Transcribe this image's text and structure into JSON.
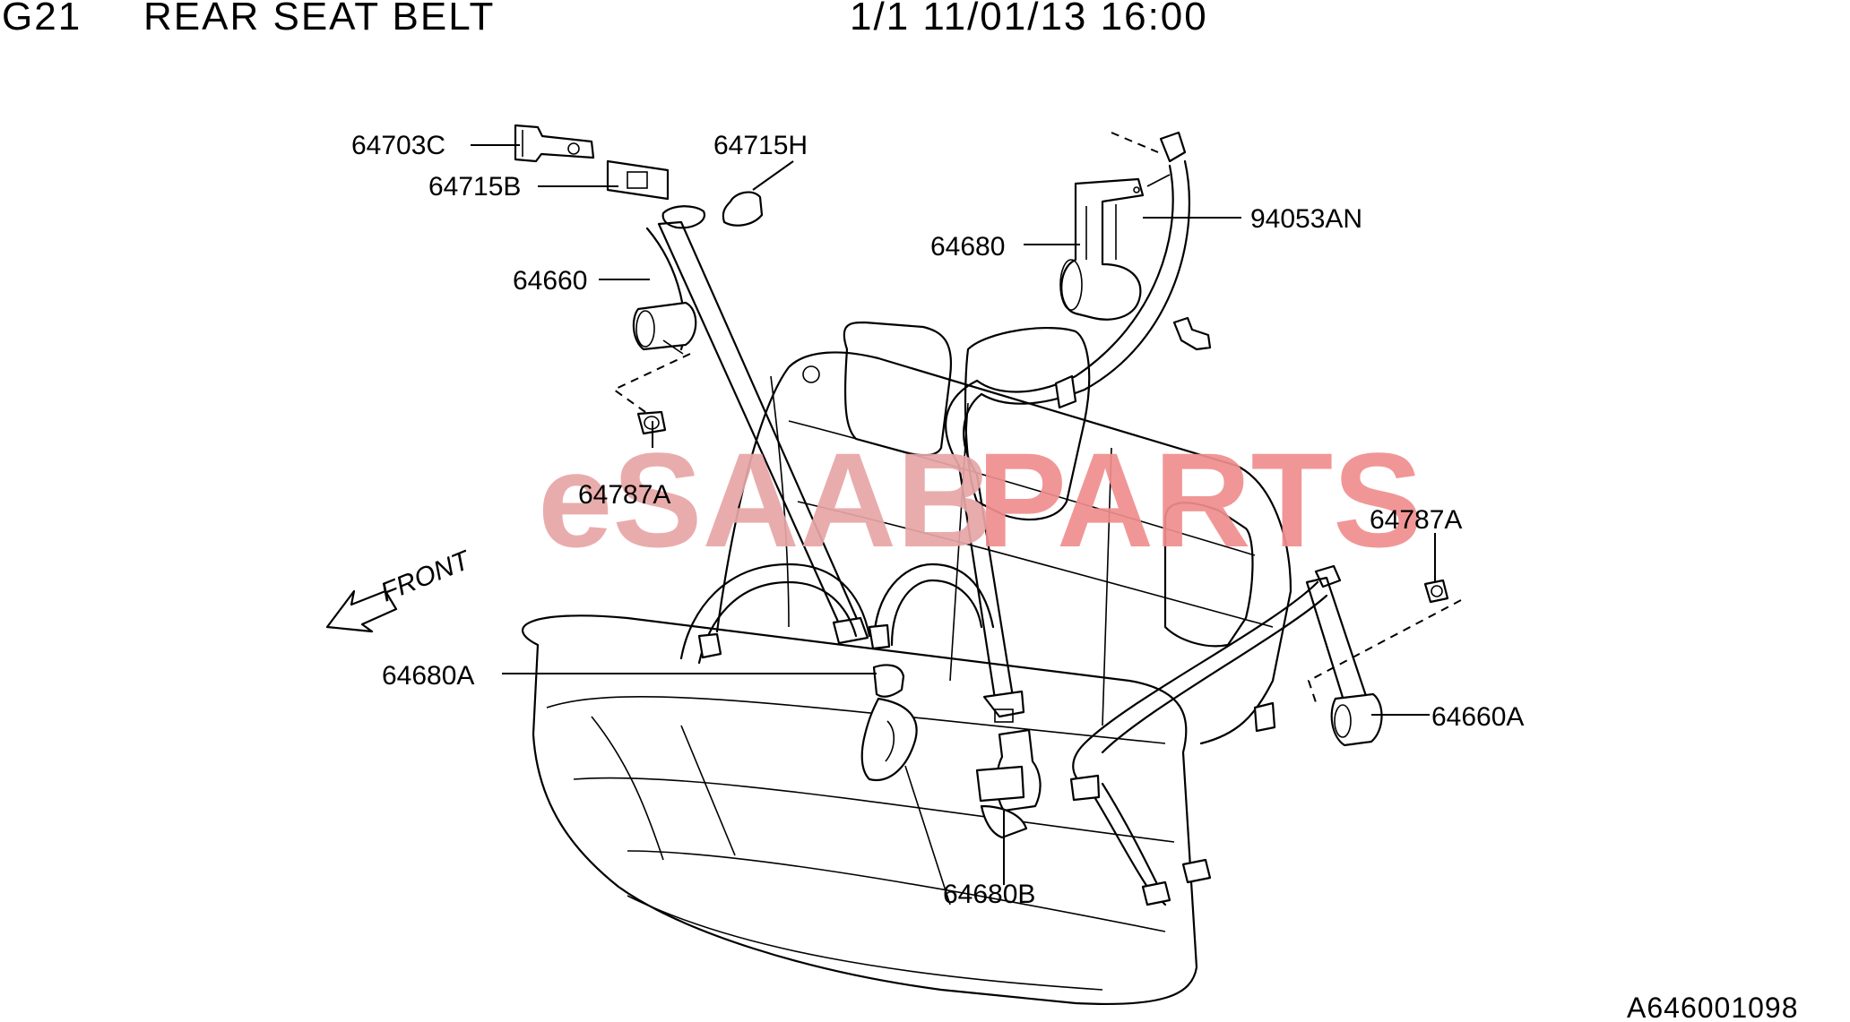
{
  "header": {
    "section": "G21",
    "title": "REAR SEAT BELT",
    "page_info": "1/1 11/01/13 16:00"
  },
  "watermark": {
    "part1": "eSAAB",
    "part2": "PARTS",
    "color1": "#e8a6a6",
    "color2": "#f08e8e"
  },
  "direction_label": "FRONT",
  "footer_code": "A646001098",
  "callouts": {
    "c64703C": "64703C",
    "c64715H": "64715H",
    "c64715B": "64715B",
    "c64660": "64660",
    "c64787A_left": "64787A",
    "c64680": "64680",
    "c94053AN": "94053AN",
    "c64787A_right": "64787A",
    "c64680A": "64680A",
    "c64660A": "64660A",
    "c64680B": "64680B"
  }
}
